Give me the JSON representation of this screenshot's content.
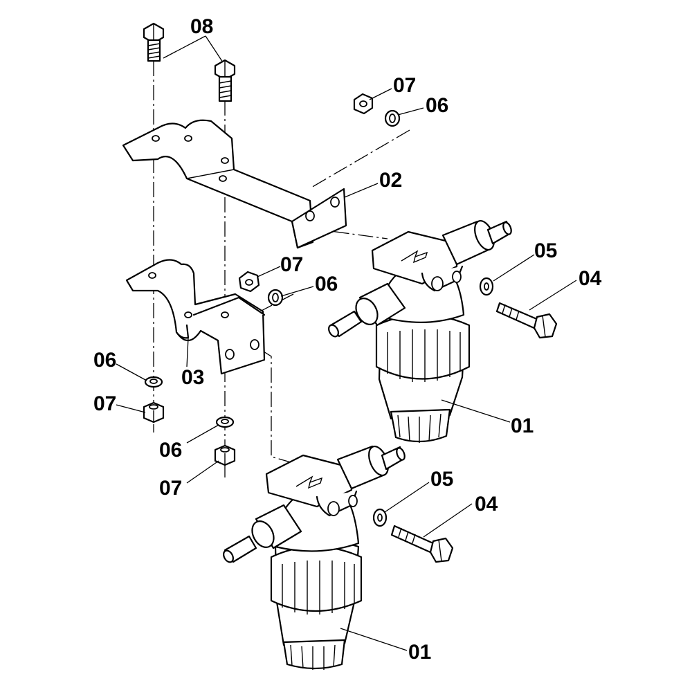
{
  "callouts": [
    {
      "id": "08",
      "text": "08"
    },
    {
      "id": "07a",
      "text": "07"
    },
    {
      "id": "06a",
      "text": "06"
    },
    {
      "id": "02",
      "text": "02"
    },
    {
      "id": "05a",
      "text": "05"
    },
    {
      "id": "07b",
      "text": "07"
    },
    {
      "id": "06b",
      "text": "06"
    },
    {
      "id": "04a",
      "text": "04"
    },
    {
      "id": "06c",
      "text": "06"
    },
    {
      "id": "03",
      "text": "03"
    },
    {
      "id": "07c",
      "text": "07"
    },
    {
      "id": "01a",
      "text": "01"
    },
    {
      "id": "06d",
      "text": "06"
    },
    {
      "id": "05b",
      "text": "05"
    },
    {
      "id": "07d",
      "text": "07"
    },
    {
      "id": "04b",
      "text": "04"
    },
    {
      "id": "01b",
      "text": "01"
    }
  ],
  "colors": {
    "line": "#000000",
    "background": "#ffffff"
  }
}
